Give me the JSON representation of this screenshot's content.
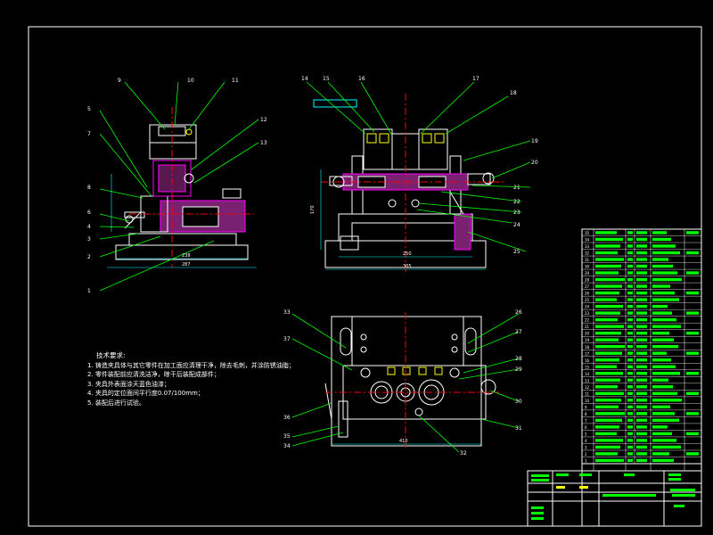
{
  "drawing": {
    "front_view": {
      "balloons": [
        "9",
        "10",
        "11",
        "5",
        "7",
        "12",
        "13",
        "8",
        "6",
        "4",
        "3",
        "2",
        "1"
      ],
      "dimensions": [
        "238",
        "287"
      ]
    },
    "side_view": {
      "balloons_top": [
        "14",
        "15",
        "16",
        "17",
        "18"
      ],
      "balloons_right": [
        "19",
        "20",
        "21",
        "22",
        "23",
        "24",
        "25"
      ],
      "dimensions": [
        "170",
        "250",
        "305"
      ]
    },
    "plan_view": {
      "balloons_left": [
        "33",
        "37",
        "36",
        "35",
        "34"
      ],
      "balloons_right": [
        "26",
        "27",
        "28",
        "29",
        "30",
        "31"
      ],
      "balloon_bottom": "32",
      "dimension": "410"
    },
    "notes": {
      "title": "技术要求:",
      "items": [
        "1. 铸造夹具体与其它零件在加工面应清理干净，除去毛刺，并涂防锈油脂；",
        "2. 零件装配前应清洗洁净，晾干后装配成部件；",
        "3. 夹具外表面涂天蓝色油漆；",
        "4. 夹具的定位面间平行度0.07/100mm；",
        "5. 装配后进行试验。"
      ]
    },
    "bom_row_numbers": [
      "35",
      "34",
      "33",
      "32",
      "31",
      "30",
      "29",
      "28",
      "27",
      "26",
      "25",
      "24",
      "23",
      "22",
      "21",
      "20",
      "19",
      "18",
      "17",
      "16",
      "15",
      "14",
      "13",
      "12",
      "11",
      "10",
      "9",
      "8",
      "7",
      "6",
      "5",
      "4",
      "3",
      "2",
      "1"
    ],
    "colors": {
      "outline": "#ffffff",
      "leader": "#00ff00",
      "section": "#ff00ff",
      "dimension": "#00ffff",
      "highlight": "#ffff00"
    }
  }
}
